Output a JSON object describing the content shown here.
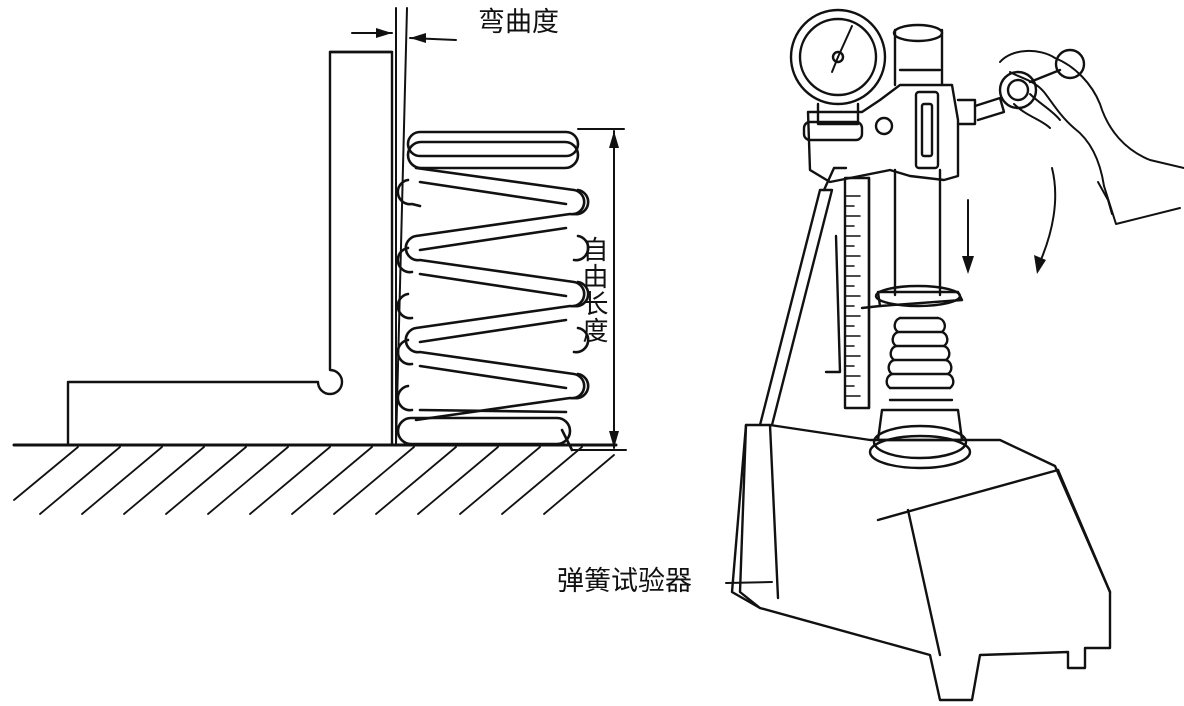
{
  "labels": {
    "bend": "弯曲度",
    "free_length": "自由长度",
    "tester": "弹簧试验器"
  },
  "colors": {
    "line": "#111111",
    "background": "#ffffff"
  }
}
